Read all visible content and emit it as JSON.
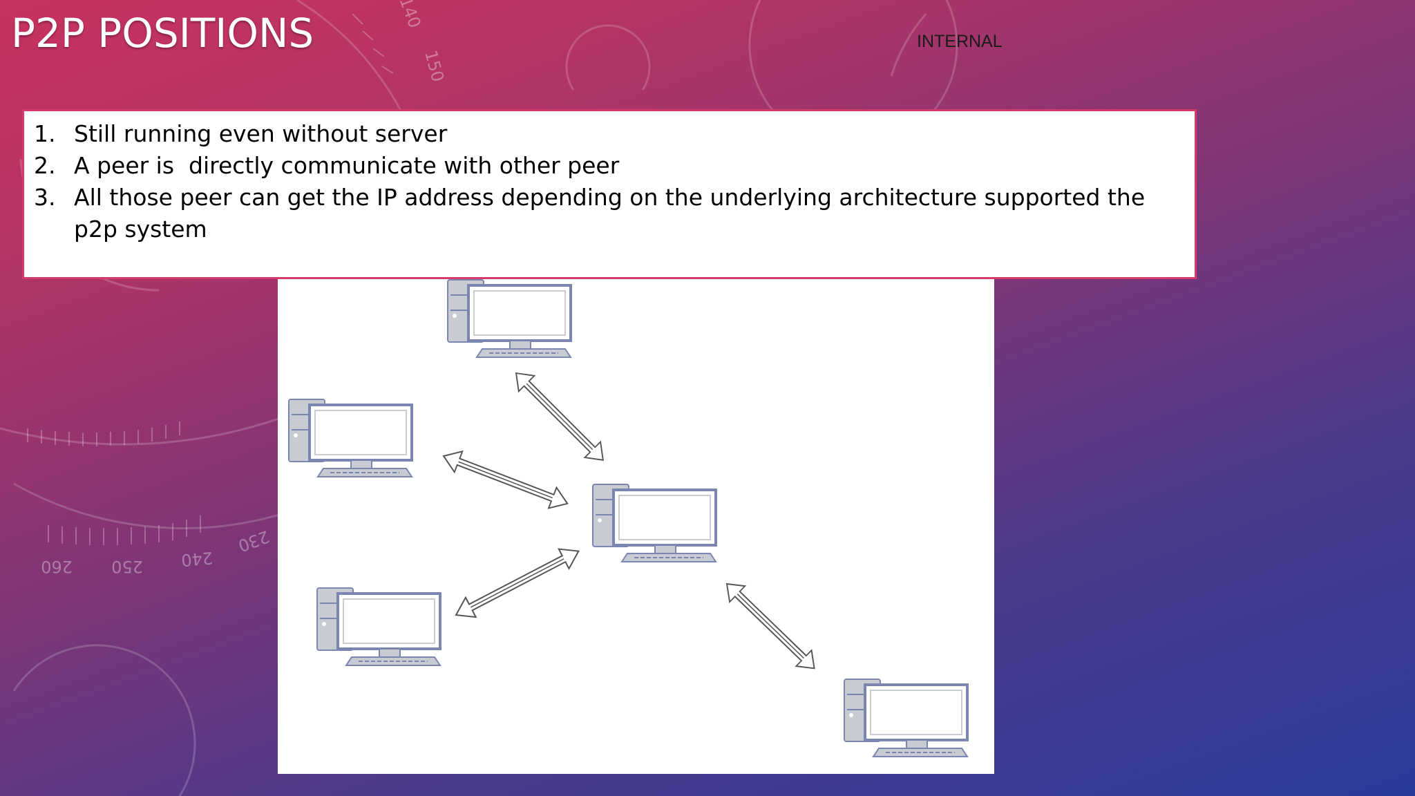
{
  "slide": {
    "title": "P2P POSITIONS",
    "classification": "INTERNAL",
    "points": [
      {
        "num": "1.",
        "text": "Still running even without server"
      },
      {
        "num": "2.",
        "text": "A peer is  directly communicate with other peer"
      },
      {
        "num": "3.",
        "text": "All those peer can get the IP address depending on the underlying architecture supported the p2p system"
      }
    ],
    "dial_numbers": [
      "260",
      "250",
      "240",
      "230",
      "150",
      "140"
    ]
  },
  "colors": {
    "text_box_border": "#d43a6a",
    "computer_outline": "#7a85b0",
    "computer_tower": "#c9cbd2",
    "arrow_stroke": "#555555"
  }
}
